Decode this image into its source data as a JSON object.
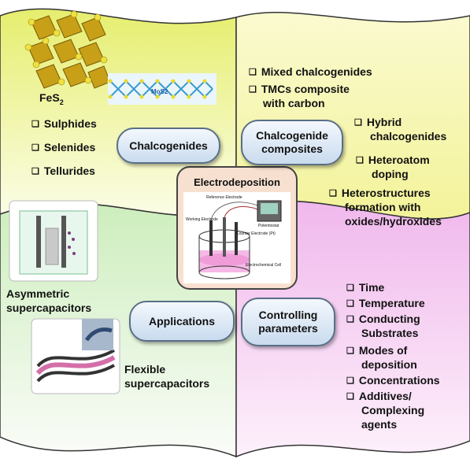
{
  "center": {
    "title": "Electrodeposition",
    "labels": {
      "reference": "Reference Electrode",
      "working": "Working Electrode",
      "counter": "Counter Electrode (Pt)",
      "potentiostat": "Potentiostat",
      "cell": "Electrochemical Cell"
    }
  },
  "chalcogenides": {
    "box_label": "Chalcogenides",
    "crystal_formula": "FeS",
    "crystal_subscript": "2",
    "layer_label": "MoS2",
    "items": [
      "Sulphides",
      "Selenides",
      "Tellurides"
    ]
  },
  "composites": {
    "box_label_line1": "Chalcogenide",
    "box_label_line2": "composites",
    "items": [
      {
        "lines": [
          "Mixed chalcogenides"
        ]
      },
      {
        "lines": [
          "TMCs composite",
          "with carbon"
        ]
      },
      {
        "lines": [
          "Hybrid",
          "chalcogenides"
        ]
      },
      {
        "lines": [
          "Heteroatom",
          "doping"
        ]
      },
      {
        "lines": [
          "Heterostructures",
          "formation with",
          "oxides/hydroxides"
        ]
      }
    ]
  },
  "applications": {
    "box_label": "Applications",
    "asym_line1": "Asymmetric",
    "asym_line2": "supercapacitors",
    "flex_line1": "Flexible",
    "flex_line2": "supercapacitors"
  },
  "parameters": {
    "box_label_line1": "Controlling",
    "box_label_line2": "parameters",
    "items": [
      {
        "lines": [
          "Time"
        ]
      },
      {
        "lines": [
          "Temperature"
        ]
      },
      {
        "lines": [
          "Conducting",
          "Substrates"
        ]
      },
      {
        "lines": [
          "Modes of",
          "deposition"
        ]
      },
      {
        "lines": [
          "Concentrations"
        ]
      },
      {
        "lines": [
          "Additives/",
          "Complexing",
          "agents"
        ]
      }
    ]
  },
  "colors": {
    "top_left": "#e8ef7a",
    "top_right": "#f5f5a8",
    "bottom_left": "#d5f0c8",
    "bottom_right": "#f2c8ef",
    "box": "#d9e7f5",
    "center_box": "#f6d6c4"
  }
}
